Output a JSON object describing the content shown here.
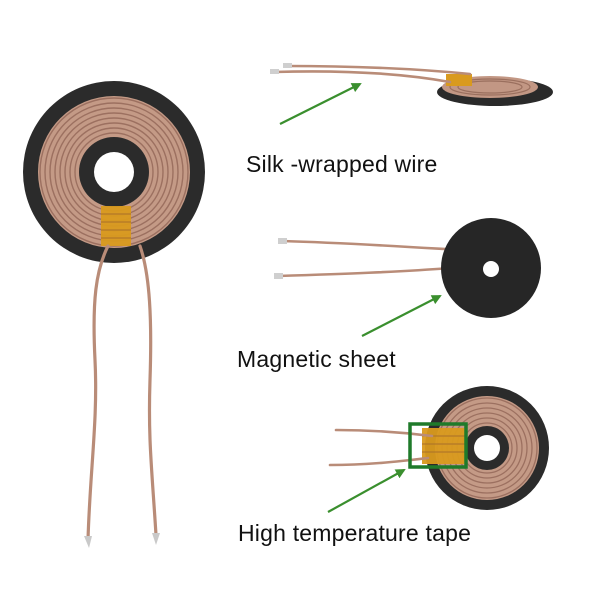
{
  "labels": {
    "silk_wire": "Silk -wrapped wire",
    "magnetic_sheet": "Magnetic sheet",
    "high_temp_tape": "High temperature tape"
  },
  "colors": {
    "background": "#ffffff",
    "ferrite_disc": "#2a2a2a",
    "copper_coil": "#caa08a",
    "copper_coil_shade": "#a87a66",
    "kapton_tape": "#d99a1e",
    "pointer_arrow": "#3a8f2e",
    "highlight_box": "#1f7a2a"
  }
}
